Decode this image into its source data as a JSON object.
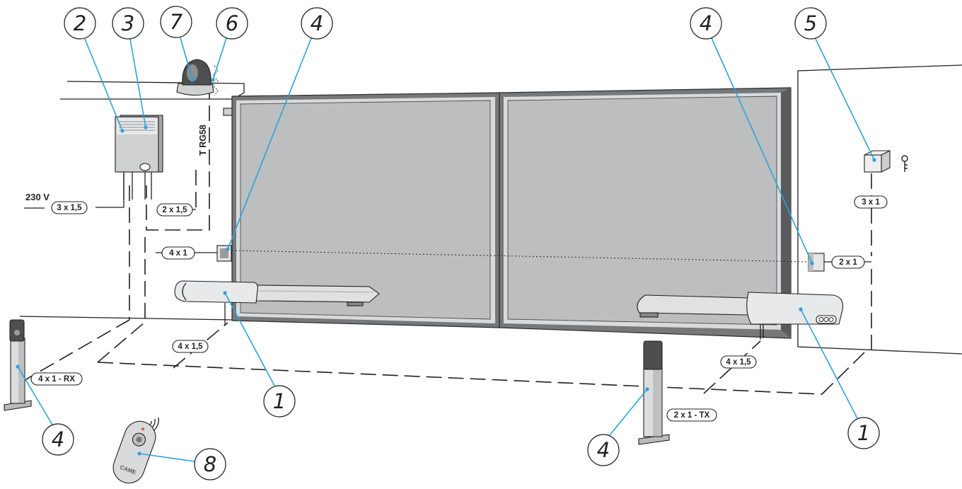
{
  "callouts": [
    "2",
    "3",
    "7",
    "6",
    "4",
    "4",
    "5",
    "1",
    "1",
    "4",
    "8",
    "4"
  ],
  "power_label": "230 V",
  "cable_labels": {
    "mains": "3 x 1,5",
    "flasher": "2 x 1,5",
    "antenna": "T RG58",
    "photocell_left": "4 x 1",
    "operator_left": "4 x 1,5",
    "post_rx": "4 x 1 - RX",
    "keyswitch": "3 x 1",
    "photocell_right": "2 x 1",
    "operator_right": "4 x 1,5",
    "post_tx": "2 x 1 - TX"
  },
  "remote_logo": "CAME",
  "colors": {
    "leader": "#29a3dc",
    "panel": "#bdbec0",
    "frame": "#77787a",
    "ink": "#231f20"
  }
}
